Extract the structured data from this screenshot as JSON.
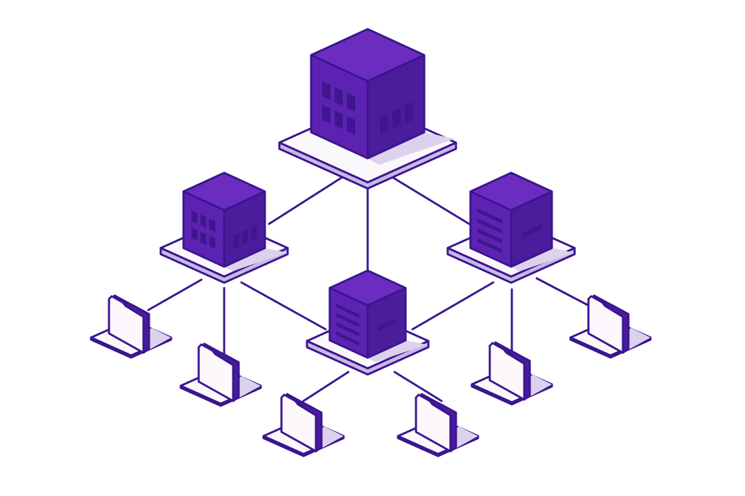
{
  "colors": {
    "outline": "#3a1690",
    "cube_top": "#6b2cc0",
    "cube_left": "#5c23b2",
    "cube_right": "#4b1c9c",
    "window": "#3f168f",
    "plate": "#fbf8fc",
    "plate_side": "#c9b8e4",
    "shadow": "#ddd2ee",
    "folder": "#fcf8fb",
    "folder_side": "#4a1c9c",
    "line": "#3a1690"
  },
  "nodes": [
    {
      "id": "root-server",
      "icon": "server-grid-icon",
      "windows": "grid"
    },
    {
      "id": "left-server",
      "icon": "server-grid-icon",
      "windows": "grid"
    },
    {
      "id": "right-server",
      "icon": "server-lines-icon",
      "windows": "lines"
    },
    {
      "id": "center-server",
      "icon": "server-lines-icon",
      "windows": "lines"
    }
  ],
  "folders": [
    {
      "id": "folder-1",
      "icon": "folder-icon"
    },
    {
      "id": "folder-2",
      "icon": "folder-icon"
    },
    {
      "id": "folder-3",
      "icon": "folder-icon"
    },
    {
      "id": "folder-4",
      "icon": "folder-icon"
    },
    {
      "id": "folder-5",
      "icon": "folder-icon"
    },
    {
      "id": "folder-6",
      "icon": "folder-icon"
    }
  ]
}
